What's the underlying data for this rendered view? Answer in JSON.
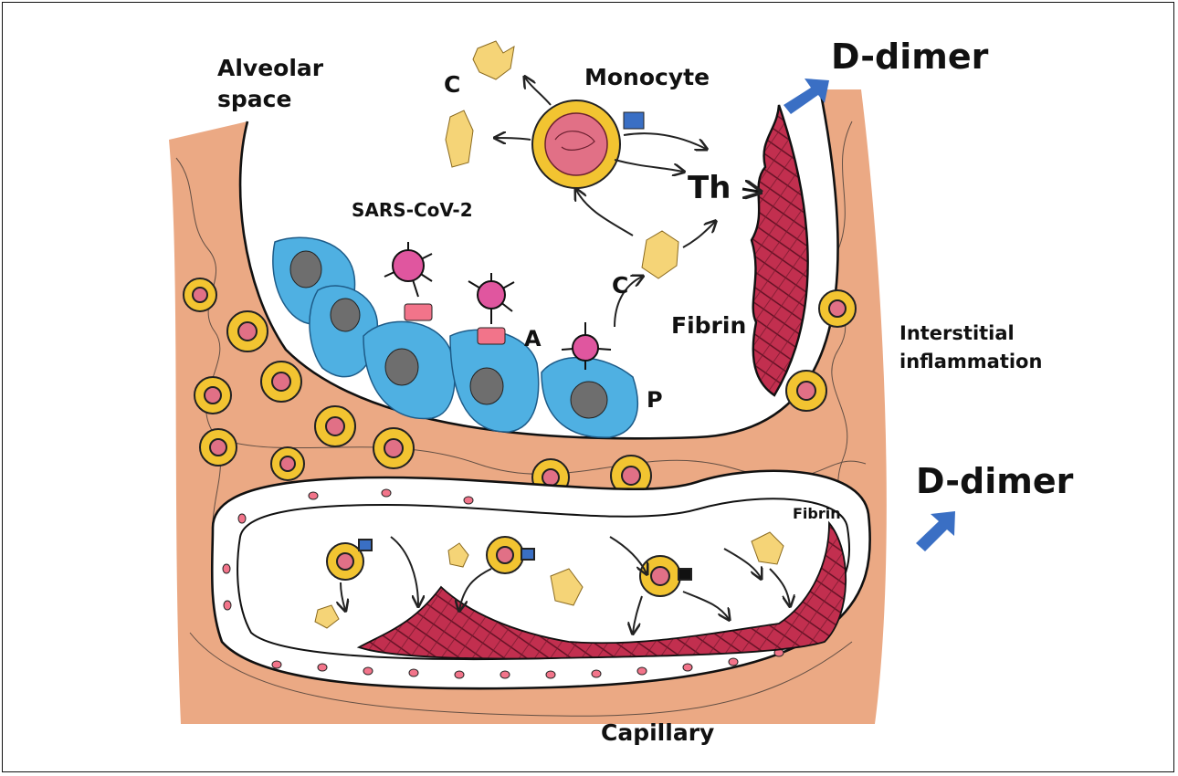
{
  "labels": {
    "alveolar_space": "Alveolar space",
    "monocyte": "Monocyte",
    "c_top": "C",
    "d_dimer_top": "D-dimer",
    "th": "Th",
    "sars_cov_2": "SARS-CoV-2",
    "c_mid": "C",
    "fibrin_alveolar": "Fibrin",
    "a": "A",
    "p": "P",
    "interstitial_inflammation": "Interstitial inflammation",
    "d_dimer_right": "D-dimer",
    "fibrin_capillary": "Fibrin",
    "capillary": "Capillary"
  },
  "colors": {
    "interstitium": "#e89a6e",
    "epithelium": "#4fb0e2",
    "nucleus": "#6e6e6e",
    "virus": "#e0569f",
    "receptor": "#f2748a",
    "cell_ring": "#f2c431",
    "cell_core": "#e17086",
    "fibrin_clot": "#c22f4f",
    "cytokine": "#f5d477",
    "d_dimer_arrow": "#3a6fc4"
  },
  "icons": [
    "virus-icon",
    "monocyte-cell-icon",
    "cytokine-icon",
    "blue-arrow-icon",
    "thrombus-icon"
  ]
}
